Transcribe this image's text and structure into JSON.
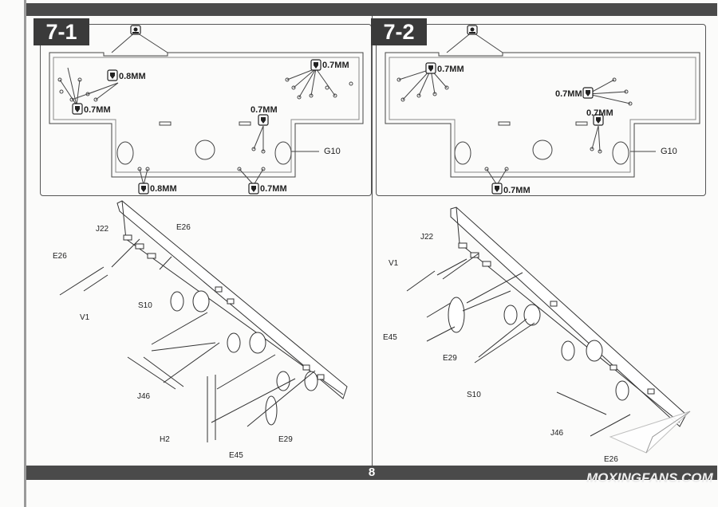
{
  "page_number": "8",
  "watermark": "MOXINGFANS.COM",
  "steps": [
    {
      "id": "7-1",
      "drill_labels": [
        "0.8MM",
        "0.7MM",
        "0.7MM",
        "0.7MM",
        "0.8MM",
        "0.7MM"
      ],
      "detail_part": "G10",
      "parts": [
        "J22",
        "E26",
        "E26",
        "V1",
        "S10",
        "J46",
        "H2",
        "E45",
        "E29"
      ]
    },
    {
      "id": "7-2",
      "drill_labels": [
        "0.7MM",
        "0.7MM",
        "0.7MM",
        "0.7MM"
      ],
      "detail_part": "G10",
      "parts": [
        "J22",
        "V1",
        "E45",
        "E29",
        "S10",
        "J46",
        "E26"
      ]
    }
  ]
}
